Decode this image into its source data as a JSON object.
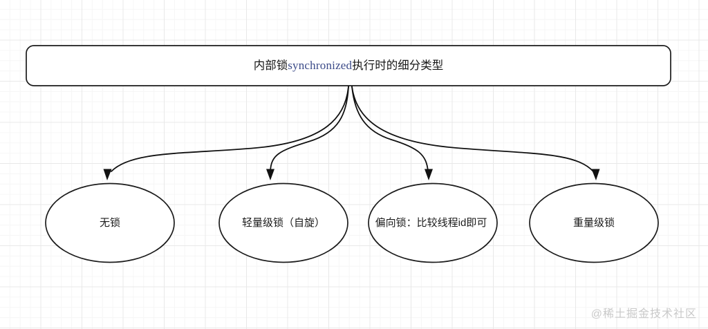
{
  "diagram": {
    "title_node": {
      "id": "title-box",
      "shape": "rounded-rectangle",
      "text_zh_prefix": "内部锁",
      "text_en": "synchronized",
      "text_zh_suffix": "执行时的细分类型",
      "full_text": "内部锁synchronized执行时的细分类型"
    },
    "children": [
      {
        "id": "node-1",
        "shape": "ellipse",
        "label": "无锁"
      },
      {
        "id": "node-2",
        "shape": "ellipse",
        "label": "轻量级锁（自旋）"
      },
      {
        "id": "node-3",
        "shape": "ellipse",
        "label": "偏向锁：比较线程id即可"
      },
      {
        "id": "node-4",
        "shape": "ellipse",
        "label": "重量级锁"
      }
    ],
    "edges": [
      {
        "from": "title-box",
        "to": "node-1",
        "style": "curved-arrow"
      },
      {
        "from": "title-box",
        "to": "node-2",
        "style": "curved-arrow"
      },
      {
        "from": "title-box",
        "to": "node-3",
        "style": "curved-arrow"
      },
      {
        "from": "title-box",
        "to": "node-4",
        "style": "curved-arrow"
      }
    ],
    "colors": {
      "stroke": "#1b1b1b",
      "node_fill": "#ffffff",
      "text": "#1a1a1a",
      "accent_text": "#3b4a88",
      "grid_major": "#e8e8e8",
      "grid_minor": "#f6f6f6",
      "watermark": "#c9c9c9"
    }
  },
  "watermark": {
    "text": "@稀土掘金技术社区"
  }
}
